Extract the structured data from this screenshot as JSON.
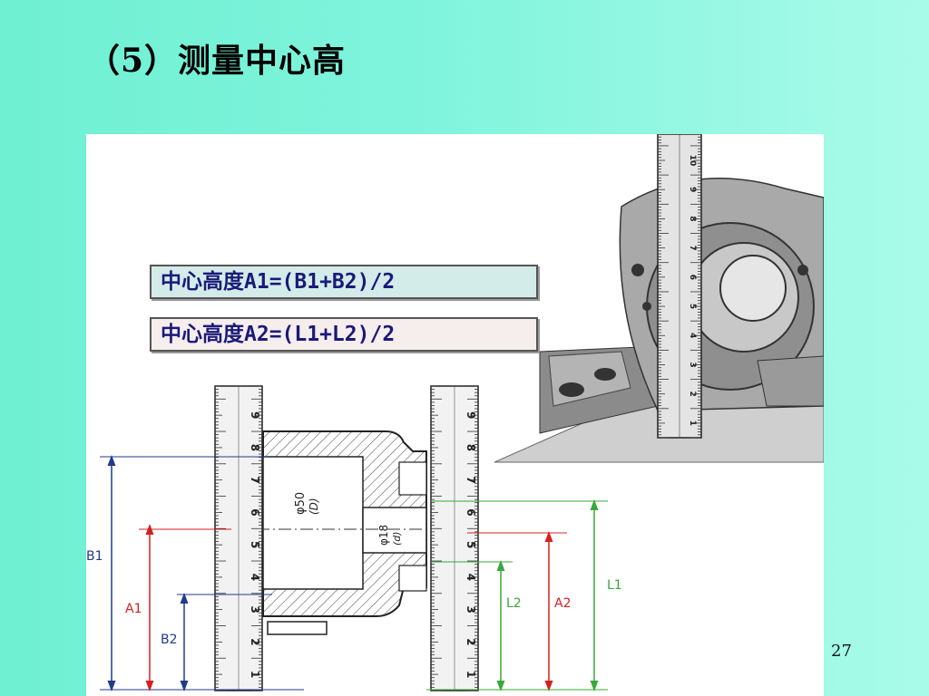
{
  "title": "（5）测量中心高",
  "page_number": "27",
  "formulas": {
    "a1": "中心高度A1=(B1+B2)/2",
    "a2": "中心高度A2=(L1+L2)/2"
  },
  "drawing": {
    "labels": {
      "b1": "B1",
      "a1": "A1",
      "b2": "B2",
      "l1": "L1",
      "a2": "A2",
      "l2": "L2"
    },
    "bore_large": "φ50",
    "bore_large_sub": "(D)",
    "bore_small": "φ18",
    "bore_small_sub": "(d)",
    "ruler_marks": [
      "1",
      "2",
      "3",
      "4",
      "5",
      "6",
      "7",
      "8",
      "9"
    ],
    "photo_ruler_marks": [
      "1",
      "2",
      "3",
      "4",
      "5",
      "6",
      "7",
      "8",
      "9",
      "10"
    ]
  },
  "colors": {
    "red": "#d42020",
    "green": "#3aa83a",
    "blue": "#223a8a"
  }
}
